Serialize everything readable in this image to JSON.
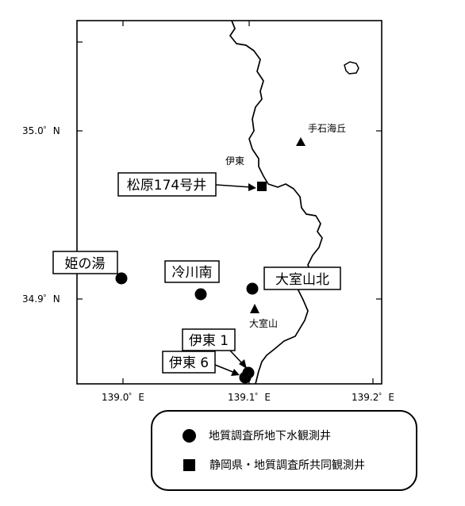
{
  "axes": {
    "lat_labels": [
      "35.0゜N",
      "34.9゜N"
    ],
    "lon_labels": [
      "139.0゜E",
      "139.1゜E",
      "139.2゜E"
    ]
  },
  "places": {
    "ito": "伊東",
    "teishi": "手石海丘",
    "omuroyama": "大室山"
  },
  "wells": {
    "matsubara": "松原174号井",
    "himenoyu": "姫の湯",
    "reikawa_minami": "冷川南",
    "omuroyama_kita": "大室山北",
    "ito1": "伊東 1",
    "ito6": "伊東 6"
  },
  "legend": {
    "gsj_wells": "地質調査所地下水観測井",
    "joint_wells": "静岡県・地質調査所共同観測井"
  },
  "colors": {
    "ink": "#000000",
    "paper": "#ffffff"
  }
}
